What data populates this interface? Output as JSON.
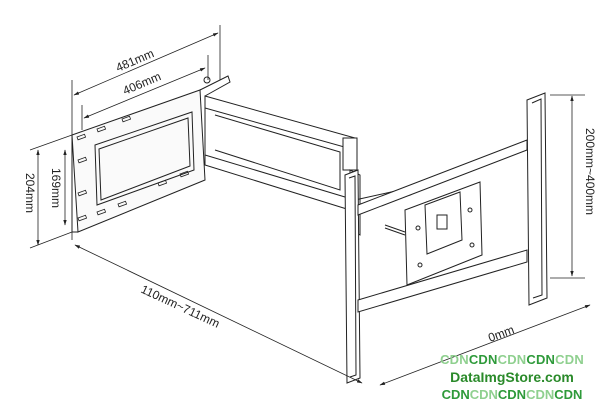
{
  "dimensions": {
    "arm_total_width": "481mm",
    "wall_plate_hole_spacing": "406mm",
    "wall_plate_height": "204mm",
    "wall_plate_hole_height": "169mm",
    "extension_range": "110mm~711mm",
    "tv_vertical_range": "200mm~400mm",
    "tv_horizontal_partial": "0mm"
  },
  "watermark": {
    "line1": [
      "CDN",
      "CDN",
      "CDN",
      "CDN",
      "CDN"
    ],
    "line2": "DataImgStore.com",
    "line3": [
      "CDN",
      "CDN",
      "CDN",
      "CDN",
      "CDN"
    ]
  },
  "colors": {
    "line": "#222222",
    "watermark_dark": "#2e9a3a",
    "watermark_light": "#8fd08f"
  }
}
